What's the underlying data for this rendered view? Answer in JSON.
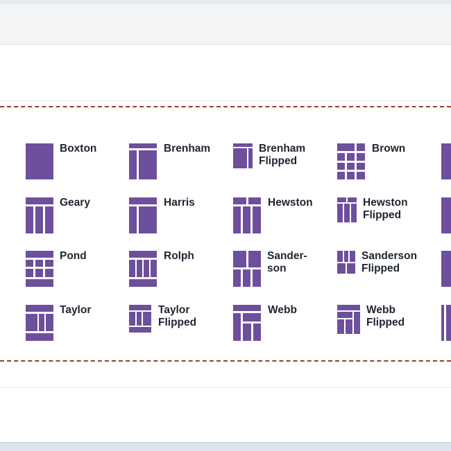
{
  "theme": {
    "icon_color": "#6d4f9c",
    "icon_background": "#ffffff",
    "dash_color": "#9b3a2e"
  },
  "layouts": [
    {
      "label": "Boxton"
    },
    {
      "label": "Brenham"
    },
    {
      "label": "Brenham\nFlipped"
    },
    {
      "label": "Brown"
    },
    {
      "label": ""
    },
    {
      "label": "Geary"
    },
    {
      "label": "Harris"
    },
    {
      "label": "Hewston"
    },
    {
      "label": "Hewston\nFlipped"
    },
    {
      "label": ""
    },
    {
      "label": "Pond"
    },
    {
      "label": "Rolph"
    },
    {
      "label": "Sander-\nson"
    },
    {
      "label": "Sanderson\nFlipped"
    },
    {
      "label": ""
    },
    {
      "label": "Taylor"
    },
    {
      "label": "Taylor\nFlipped"
    },
    {
      "label": "Webb"
    },
    {
      "label": "Webb\nFlipped"
    },
    {
      "label": ""
    }
  ]
}
